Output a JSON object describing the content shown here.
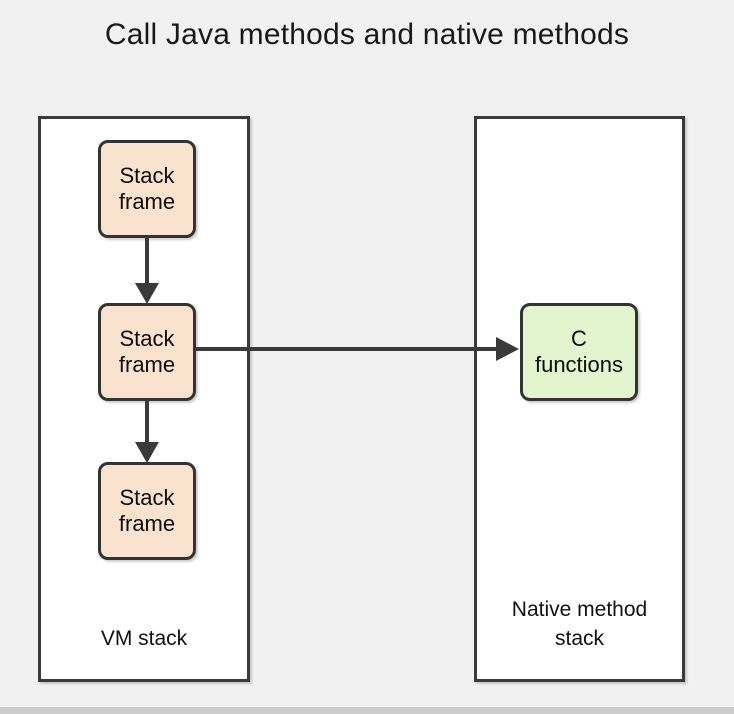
{
  "diagram": {
    "title": "Call Java methods and native methods",
    "background_color": "#f1f1f1",
    "containers": [
      {
        "id": "vm-stack",
        "label": "VM stack",
        "fill": "#ffffff",
        "stroke": "#3a3a3a"
      },
      {
        "id": "native-method-stack",
        "label": "Native method\nstack",
        "label_line1": "Native method",
        "label_line2": "stack",
        "fill": "#ffffff",
        "stroke": "#3a3a3a"
      }
    ],
    "nodes": [
      {
        "id": "stack-frame-1",
        "line1": "Stack",
        "line2": "frame",
        "fill": "#fae3ce",
        "stroke": "#333333",
        "parent": "vm-stack"
      },
      {
        "id": "stack-frame-2",
        "line1": "Stack",
        "line2": "frame",
        "fill": "#fae3ce",
        "stroke": "#333333",
        "parent": "vm-stack"
      },
      {
        "id": "stack-frame-3",
        "line1": "Stack",
        "line2": "frame",
        "fill": "#fae3ce",
        "stroke": "#333333",
        "parent": "vm-stack"
      },
      {
        "id": "c-functions",
        "line1": "C",
        "line2": "functions",
        "fill": "#e3f5ce",
        "stroke": "#333333",
        "parent": "native-method-stack"
      }
    ],
    "edges": [
      {
        "id": "edge-frame1-frame2",
        "from": "stack-frame-1",
        "to": "stack-frame-2",
        "direction": "down",
        "label": ""
      },
      {
        "id": "edge-frame2-frame3",
        "from": "stack-frame-2",
        "to": "stack-frame-3",
        "direction": "down",
        "label": ""
      },
      {
        "id": "edge-frame2-cfunctions",
        "from": "stack-frame-2",
        "to": "c-functions",
        "direction": "right",
        "label": ""
      }
    ]
  }
}
